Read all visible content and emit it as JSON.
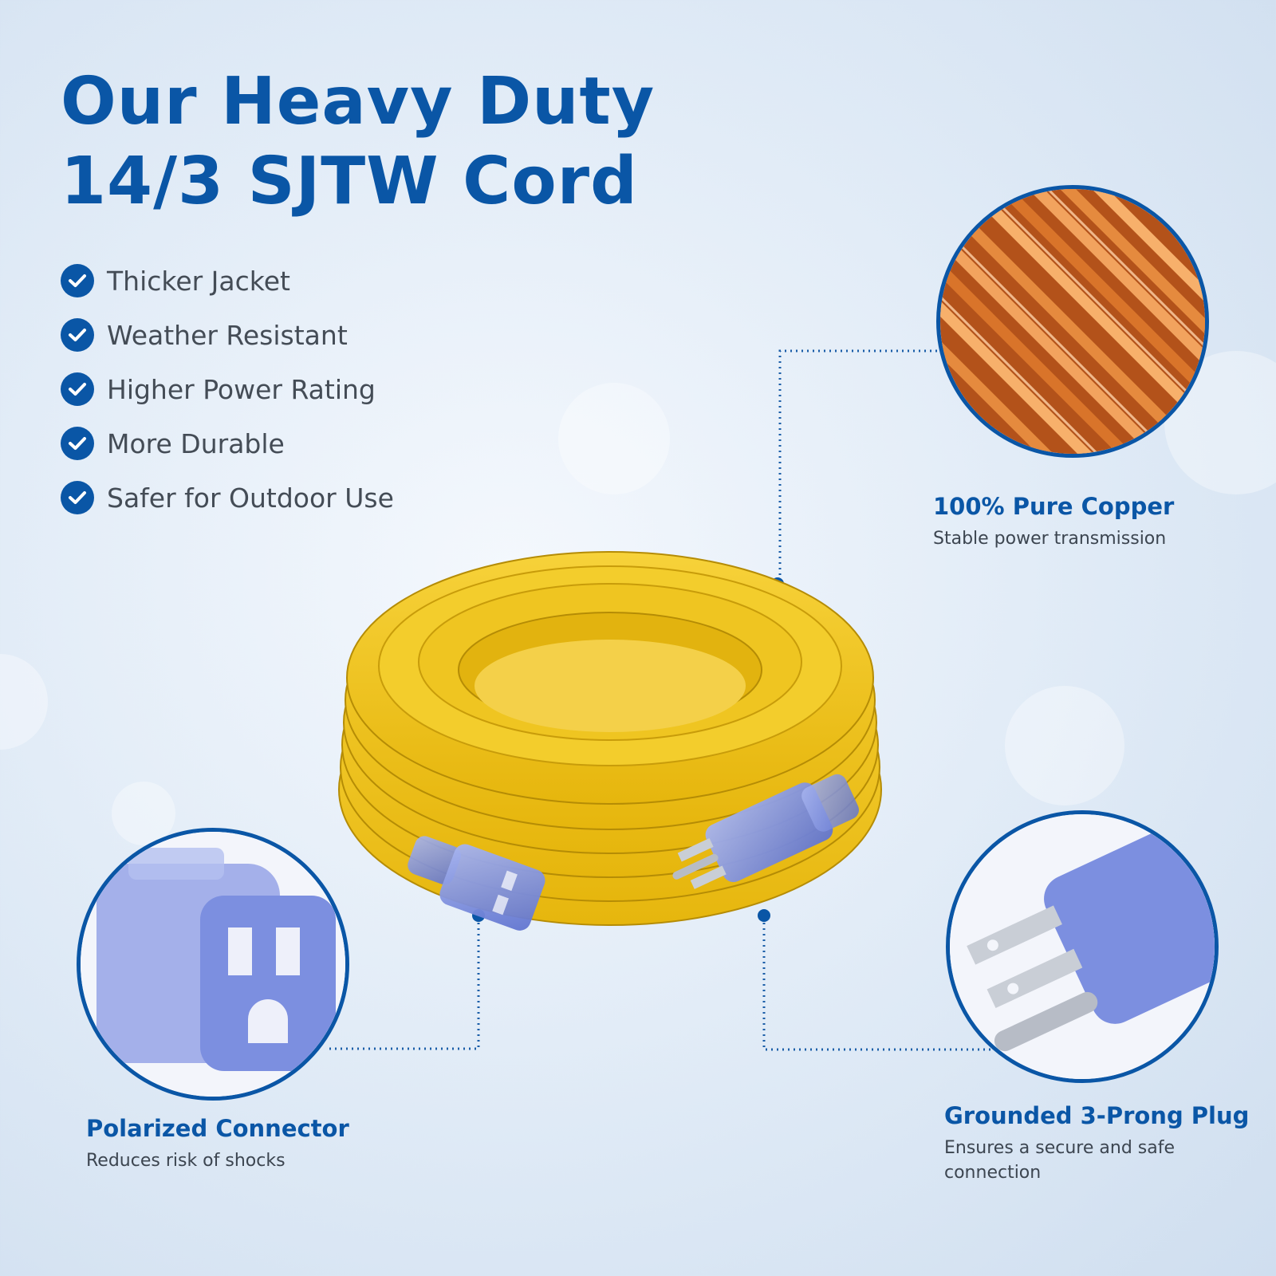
{
  "heading": {
    "line1": "Our Heavy Duty",
    "line2": "14/3 SJTW Cord"
  },
  "features": [
    "Thicker Jacket",
    "Weather Resistant",
    "Higher Power Rating",
    "More Durable",
    "Safer for Outdoor Use"
  ],
  "callouts": {
    "copper": {
      "title": "100% Pure Copper",
      "subtitle": "Stable power transmission"
    },
    "connector": {
      "title": "Polarized Connector",
      "subtitle": "Reduces risk of shocks"
    },
    "plug": {
      "title": "Grounded 3-Prong Plug",
      "subtitle_line1": "Ensures a secure and safe",
      "subtitle_line2": "connection"
    }
  },
  "colors": {
    "brand_blue": "#0a56a6",
    "cord_yellow": "#f2c318",
    "copper": "#d9742a",
    "clear_blue": "#7c8fe0"
  },
  "icons": [
    "check-circle-icon"
  ]
}
